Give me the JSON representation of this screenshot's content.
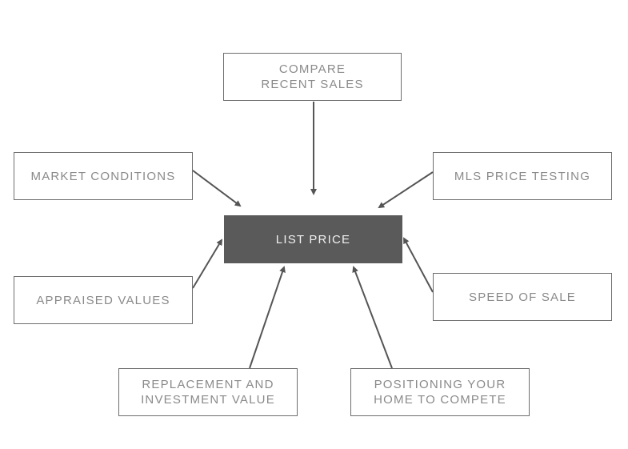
{
  "diagram": {
    "center": {
      "label": "LIST PRICE"
    },
    "nodes": {
      "compare": {
        "lines": [
          "COMPARE",
          "RECENT SALES"
        ]
      },
      "market": {
        "lines": [
          "MARKET CONDITIONS"
        ]
      },
      "mls": {
        "lines": [
          "MLS PRICE TESTING"
        ]
      },
      "appraised": {
        "lines": [
          "APPRAISED VALUES"
        ]
      },
      "speed": {
        "lines": [
          "SPEED OF SALE"
        ]
      },
      "replacement": {
        "lines": [
          "REPLACEMENT AND",
          "INVESTMENT VALUE"
        ]
      },
      "positioning": {
        "lines": [
          "POSITIONING YOUR",
          "HOME TO COMPETE"
        ]
      }
    },
    "edges": [
      {
        "from": "compare",
        "to": "center"
      },
      {
        "from": "market",
        "to": "center"
      },
      {
        "from": "mls",
        "to": "center"
      },
      {
        "from": "appraised",
        "to": "center"
      },
      {
        "from": "speed",
        "to": "center"
      },
      {
        "from": "replacement",
        "to": "center"
      },
      {
        "from": "positioning",
        "to": "center"
      }
    ],
    "colors": {
      "center_fill": "#5a5a5a",
      "center_text": "#f0f0f0",
      "box_border": "#6e6e6e",
      "box_text": "#8a8a8a",
      "arrow": "#555555"
    }
  }
}
